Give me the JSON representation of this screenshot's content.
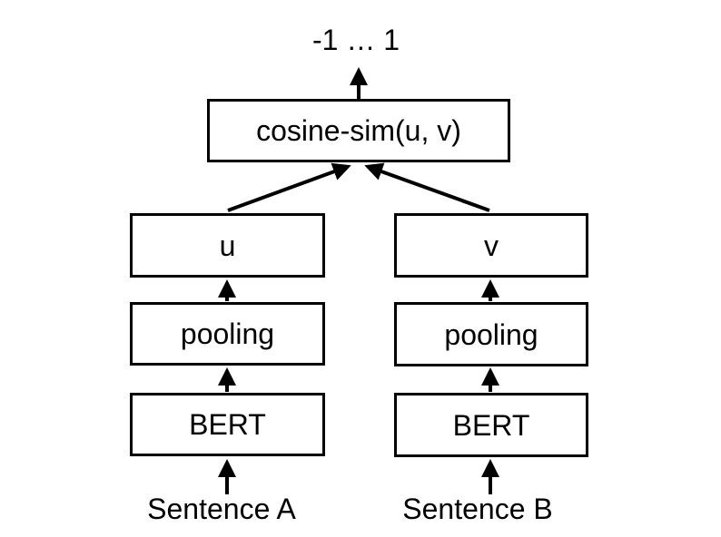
{
  "diagram": {
    "score_range_label": "-1 … 1",
    "nodes": {
      "cosine_sim": {
        "label": "cosine-sim(u, v)"
      },
      "u_embedding": {
        "label": "u"
      },
      "v_embedding": {
        "label": "v"
      },
      "pooling_left": {
        "label": "pooling"
      },
      "pooling_right": {
        "label": "pooling"
      },
      "bert_left": {
        "label": "BERT"
      },
      "bert_right": {
        "label": "BERT"
      }
    },
    "inputs": {
      "sentence_a_label": "Sentence A",
      "sentence_b_label": "Sentence B"
    },
    "colors": {
      "line": "#000000",
      "box_border": "#000000",
      "box_fill": "#ffffff",
      "background": "#ffffff",
      "text": "#000000"
    }
  }
}
